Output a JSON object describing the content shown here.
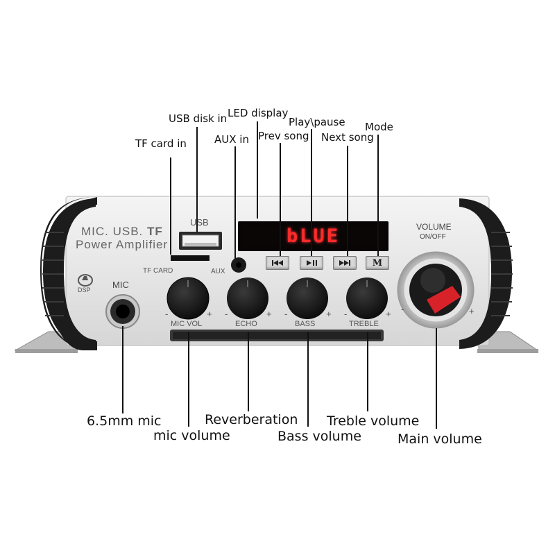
{
  "top_callouts": [
    {
      "id": "tf-card-in",
      "text": "TF card in"
    },
    {
      "id": "usb-disk-in",
      "text": "USB disk in"
    },
    {
      "id": "aux-in",
      "text": "AUX in"
    },
    {
      "id": "led-display",
      "text": "LED display"
    },
    {
      "id": "prev-song",
      "text": "Prev song"
    },
    {
      "id": "play-pause",
      "text": "Play\\pause"
    },
    {
      "id": "next-song",
      "text": "Next song"
    },
    {
      "id": "mode",
      "text": "Mode"
    }
  ],
  "bottom_callouts": [
    {
      "id": "mic-6-5mm",
      "text": "6.5mm mic"
    },
    {
      "id": "mic-volume",
      "text": "mic volume"
    },
    {
      "id": "reverberation",
      "text": "Reverberation"
    },
    {
      "id": "bass-volume",
      "text": "Bass volume"
    },
    {
      "id": "treble-volume",
      "text": "Treble volume"
    },
    {
      "id": "main-volume",
      "text": "Main volume"
    }
  ],
  "panel": {
    "brand_line1": "MIC. USB.",
    "brand_tf": "TF",
    "brand_line2": "Power Amplifier",
    "usb_label": "USB",
    "tf_card_label": "TF CARD",
    "aux_label": "AUX",
    "dsp_label": "DSP",
    "mic_label": "MIC",
    "led_text": "bLUE",
    "volume_label": "VOLUME",
    "onoff_label": "ON/OFF",
    "minus": "-",
    "plus": "+",
    "knob_labels": {
      "mic_vol": "MIC VOL",
      "echo": "ECHO",
      "bass": "BASS",
      "treble": "TREBLE"
    },
    "buttons": [
      {
        "id": "prev",
        "icon": "prev-track-icon"
      },
      {
        "id": "play",
        "icon": "play-pause-icon"
      },
      {
        "id": "next",
        "icon": "next-track-icon"
      },
      {
        "id": "mode",
        "icon": "mode-m-icon",
        "glyph": "M"
      }
    ]
  },
  "colors": {
    "led": "#ff2a2a",
    "panel": "#e9e9e9",
    "bumper": "#1c1c1c",
    "knob": "#141414",
    "volume_marker": "#d8222a"
  }
}
